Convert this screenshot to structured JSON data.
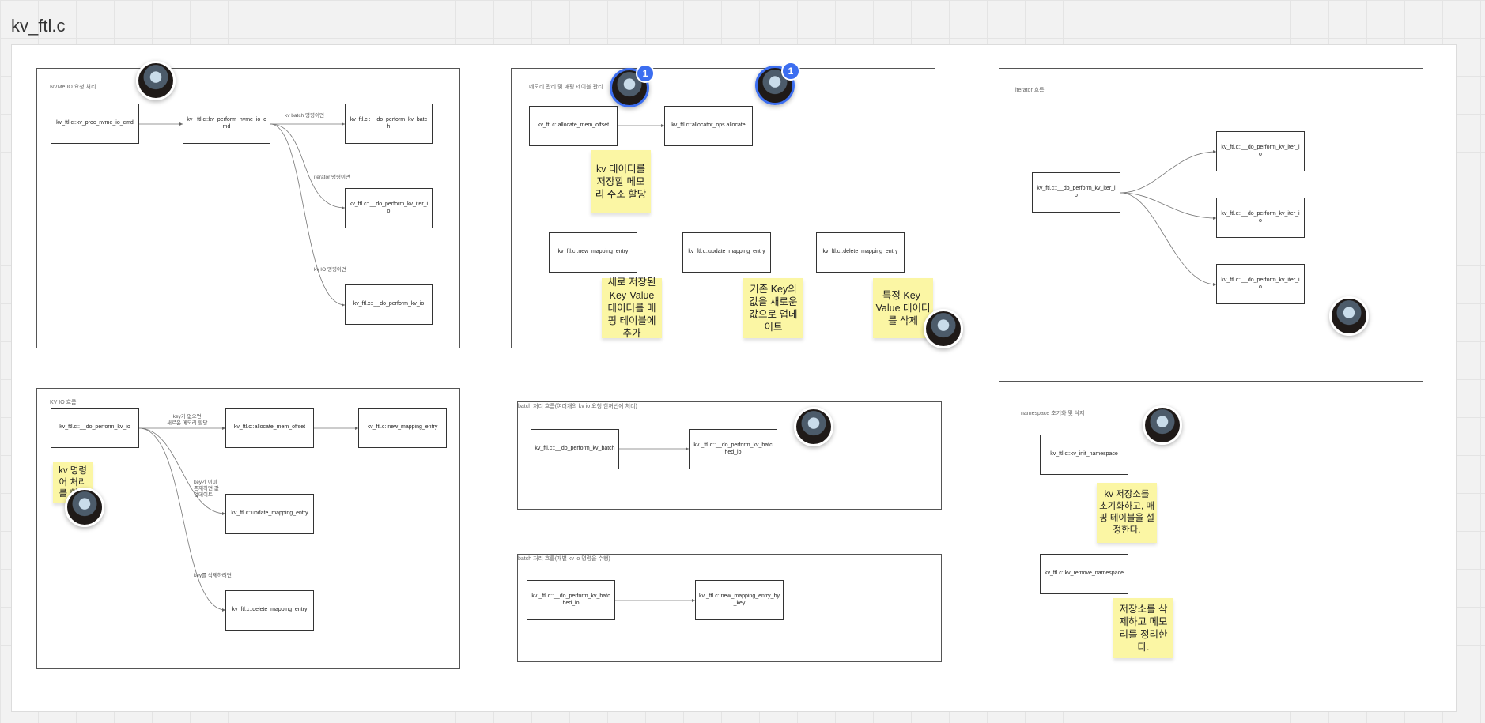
{
  "board": {
    "title": "kv_ftl.c"
  },
  "frames": {
    "nvme": {
      "title": "NVMe IO 요청 처리",
      "nodes": {
        "proc": "kv_ftl.c::kv_proc_nvme_io_cmd",
        "perform": "kv _ftl.c::kv_perform_nvme_io_cmd",
        "batch": "kv_ftl.c::__do_perform_kv_batch",
        "iter": "kv_ftl.c::__do_perform_kv_iter_io",
        "io": "kv_ftl.c::__do_perform_kv_io"
      },
      "labels": {
        "batch": "kv batch 명령이면",
        "iter": "iterator 명령이면",
        "io": "kv IO 명령이면"
      }
    },
    "memory": {
      "title": "메모리 관리 및 매핑 테이블 관리",
      "nodes": {
        "alloc": "kv_ftl.c::allocate_mem_offset",
        "allocator": "kv_ftl.c::allocator_ops.allocate",
        "new_map": "kv_ftl.c::new_mapping_entry",
        "update_map": "kv_ftl.c::update_mapping_entry",
        "delete_map": "kv_ftl.c::delete_mapping_entry"
      },
      "stickies": {
        "alloc": "kv 데이터를 저장할 메모리 주소 할당",
        "new_map": "새로 저장된 Key-Value 데이터를 매핑 테이블에 추가",
        "update_map": "기존 Key의 값을 새로운 값으로 업데이트",
        "delete_map": "특정 Key-Value 데이터를 삭제"
      }
    },
    "iterator": {
      "title": "iterator 흐름",
      "nodes": {
        "main": "kv_ftl.c::__do_perform_kv_iter_io",
        "t1": "kv_ftl.c::__do_perform_kv_iter_io",
        "t2": "kv_ftl.c::__do_perform_kv_iter_io",
        "t3": "kv_ftl.c::__do_perform_kv_iter_io"
      }
    },
    "kvio": {
      "title": "KV IO 흐름",
      "nodes": {
        "perform": "kv_ftl.c::__do_perform_kv_io",
        "alloc": "kv_ftl.c::allocate_mem_offset",
        "new_map": "kv_ftl.c::new_mapping_entry",
        "update_map": "kv_ftl.c::update_mapping_entry",
        "delete_map": "kv_ftl.c::delete_mapping_entry"
      },
      "labels": {
        "alloc": "key가 없으면\n새로운 메모리 할당",
        "update": "key가 이미\n존재하면 값\n업데이트",
        "delete": "key를 삭제하려면"
      },
      "sticky": "kv 명령어 처리를 한다"
    },
    "batch1": {
      "title": "batch 처리 흐름(여러개의 kv io 요청 한꺼번에 처리)",
      "nodes": {
        "batch": "kv_ftl.c::__do_perform_kv_batch",
        "batched": "kv _ftl.c::__do_perform_kv_batched_io"
      }
    },
    "batch2": {
      "title": "batch 처리 흐름(개별 kv io 명령을 수행)",
      "nodes": {
        "batched": "kv _ftl.c::__do_perform_kv_batched_io",
        "new_key": "kv _ftl.c::new_mapping_entry_by_key"
      }
    },
    "namespace": {
      "title": "namespace 초기화 및 삭제",
      "nodes": {
        "init": "kv_ftl.c::kv_init_namespace",
        "remove": "kv_ftl.c::kv_remove_namespace"
      },
      "stickies": {
        "init": "kv 저장소를 초기화하고, 매핑 테이블을 설정한다.",
        "remove": "저장소를 삭제하고 메모리를 정리한다."
      }
    }
  },
  "collaborators": {
    "badge_count": "1"
  }
}
